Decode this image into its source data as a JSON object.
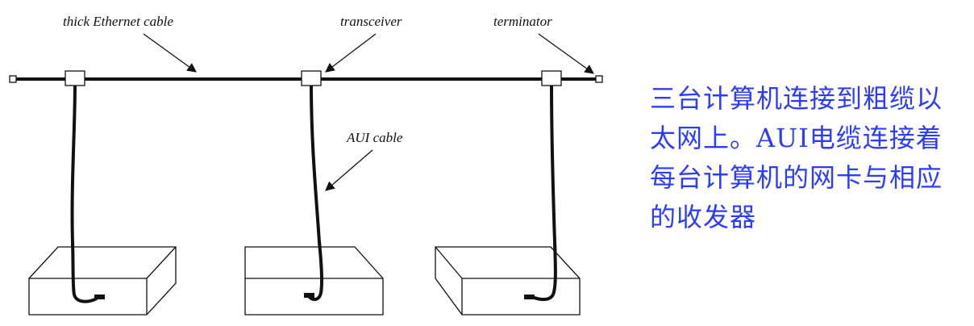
{
  "diagram": {
    "labels": {
      "thick_cable": "thick Ethernet cable",
      "transceiver": "transceiver",
      "terminator": "terminator",
      "aui_cable": "AUI cable"
    },
    "colors": {
      "ink": "#111111",
      "caption": "#2c3cff"
    }
  },
  "caption": {
    "text": "三台计算机连接到粗缆以\n太网上。AUI电缆连接着\n每台计算机的网卡与相应\n的收发器"
  }
}
